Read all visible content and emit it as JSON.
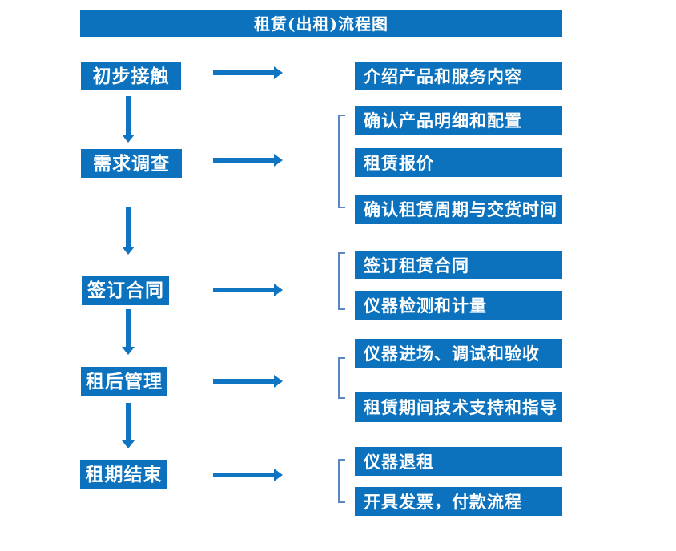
{
  "title": "租赁(出租)流程图",
  "colors": {
    "accent_blue": "#0c72bd",
    "arrow_blue": "#0f74c2",
    "bracket_blue": "#5b86c4",
    "text_white": "#ffffff"
  },
  "chart_type": "flowchart",
  "flow": [
    {
      "stage": "初步接触",
      "details": [
        "介绍产品和服务内容"
      ]
    },
    {
      "stage": "需求调查",
      "details": [
        "确认产品明细和配置",
        "租赁报价",
        "确认租赁周期与交货时间"
      ]
    },
    {
      "stage": "签订合同",
      "details": [
        "签订租赁合同",
        "仪器检测和计量"
      ]
    },
    {
      "stage": "租后管理",
      "details": [
        "仪器进场、调试和验收",
        "租赁期间技术支持和指导"
      ]
    },
    {
      "stage": "租期结束",
      "details": [
        "仪器退租",
        "开具发票，付款流程"
      ]
    }
  ]
}
